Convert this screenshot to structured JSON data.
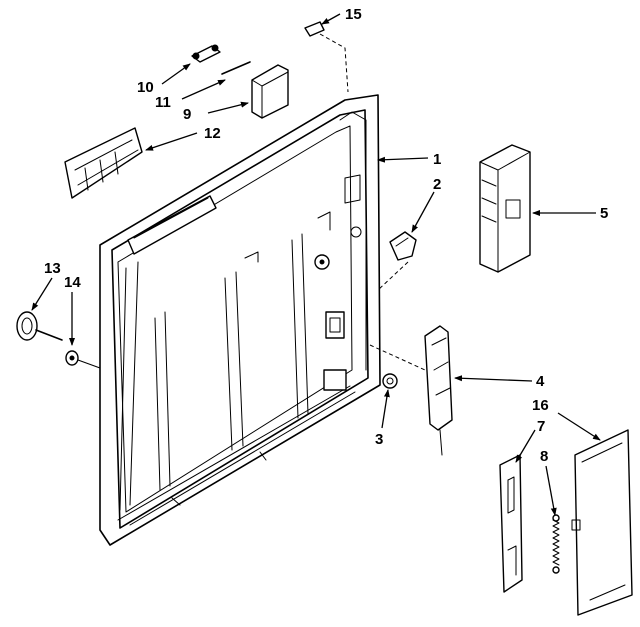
{
  "labels": {
    "l1": "1",
    "l2": "2",
    "l3": "3",
    "l4": "4",
    "l5": "5",
    "l7": "7",
    "l8": "8",
    "l9": "9",
    "l10": "10",
    "l11": "11",
    "l12": "12",
    "l13": "13",
    "l14": "14",
    "l15": "15",
    "l16": "16"
  }
}
